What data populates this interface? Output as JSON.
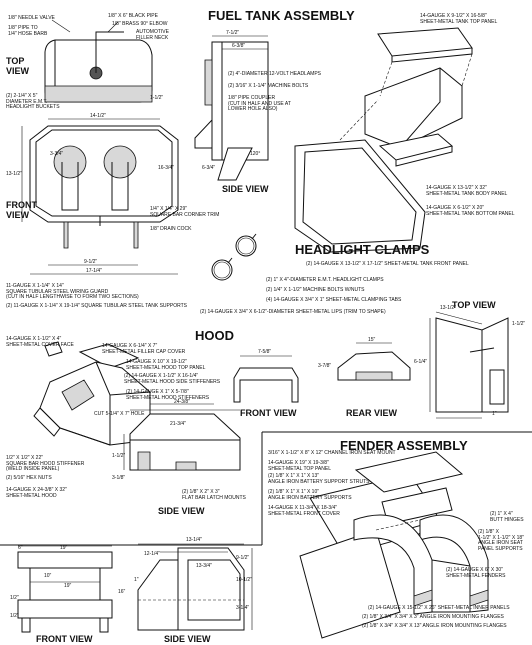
{
  "headings": {
    "fuel_tank": "FUEL TANK ASSEMBLY",
    "headlight_clamps": "HEADLIGHT CLAMPS",
    "hood": "HOOD",
    "fender": "FENDER ASSEMBLY"
  },
  "view_labels": {
    "top_left": "TOP\nVIEW",
    "front_left": "FRONT\nVIEW",
    "side_tank": "SIDE VIEW",
    "top_right": "TOP VIEW",
    "hood_front": "FRONT VIEW",
    "hood_rear": "REAR VIEW",
    "hood_side": "SIDE VIEW",
    "bottom_front": "FRONT VIEW",
    "bottom_side": "SIDE VIEW"
  },
  "callouts": {
    "needle_valve": "1/8\" NEEDLE VALVE",
    "pipe_hose": "1/8\" PIPE TO\n1/4\" HOSE BARB",
    "black_pipe": "1/8\" X 6\" BLACK PIPE",
    "brass_elbow": "1/8\" BRASS 90° ELBOW",
    "filler_neck": "AUTOMOTIVE\nFILLER NECK",
    "headlight_buckets": "(2) 2-1/4\" X 5\"\nDIAMETER E.M.T.\nHEADLIGHT BUCKETS",
    "corner_trim": "1/4\" X 1/4\" X 29\"\nSQUARE BAR CORNER TRIM",
    "drain_cock": "1/8\" DRAIN COCK",
    "wiring_guard": "11-GAUGE X 1-1/4\" X 14\"\nSQUARE TUBULAR STEEL WIRING GUARD\n(CUT IN HALF LENGTHWISE TO FORM TWO SECTIONS)",
    "tank_supports": "(2) 11-GAUGE X 1-1/4\" X 19-1/4\" SQUARE TUBULAR STEEL TANK SUPPORTS",
    "headlamps": "(2) 4\"-DIAMETER 12-VOLT HEADLAMPS",
    "machine_bolts": "(2) 3/16\" X 1-1/4\" MACHINE BOLTS",
    "pipe_coupler": "1/8\" PIPE COUPLER\n(CUT IN HALF AND USE AT\nLOWER HOLE ALSO)",
    "tank_top_panel": "14-GAUGE X 9-1/2\" X 16-5/8\"\nSHEET-METAL TANK TOP PANEL",
    "tank_body_panel": "14-GAUGE X 13-1/2\" X 32\"\nSHEET-METAL TANK BODY PANEL",
    "tank_bottom_panel": "14-GAUGE X 6-1/2\" X 20\"\nSHEET-METAL TANK BOTTOM PANEL",
    "tank_front_panel": "(2) 14-GAUGE X 13-1/2\" X 17-1/2\" SHEET-METAL TANK FRONT PANEL",
    "emt_clamps": "(2) 1\" X 4\"-DIAMETER E.M.T. HEADLIGHT CLAMPS",
    "machine_bolts_nuts": "(2) 1/4\" X 1-1/2\" MACHINE BOLTS W/NUTS",
    "clamping_tabs": "(4) 14-GAUGE X 3/4\" X 1\" SHEET-METAL CLAMPING TABS",
    "lips": "(2) 14-GAUGE X 3/4\" X 6-1/2\"-DIAMETER SHEET-METAL LIPS (TRIM TO SHAPE)",
    "cover_face": "14-GAUGE X 1-1/2\" X 4\"\nSHEET-METAL COVER FACE",
    "filler_cap_cover": "14-GAUGE X 6-1/4\" X 7\"\nSHEET-METAL FILLER CAP COVER",
    "hood_top_panel": "14-GAUGE X 10\" X 19-1/2\"\nSHEET-METAL HOOD TOP PANEL",
    "hood_side_stiffeners": "(2) 14-GAUGE X 1-1/2\" X 16-1/4\"\nSHEET-METAL HOOD SIDE STIFFENERS",
    "hood_stiffeners": "(2) 14-GAUGE X 1\" X 5-7/8\"\nSHEET-METAL HOOD STIFFENERS",
    "cut_hole": "CUT 5-1/4\" X 7\" HOLE",
    "square_bar_stiffener": "1/2\" X 1/2\" X 22\"\nSQUARE BAR HOOD STIFFENER\n(WELD INSIDE PANEL)",
    "hex_nuts": "(2) 5/16\" HEX NUTS",
    "sheet_metal_hood": "14-GAUGE X 24-3/8\" X 32\"\nSHEET-METAL HOOD",
    "flat_bar_latch": "(2) 1/8\" X 2\" X 3\"\nFLAT BAR LATCH MOUNTS",
    "channel_seat_mount": "3/16\" X 1-1/2\" X 8\" X 12\" CHANNEL IRON SEAT MOUNT",
    "fender_top_panel": "14-GAUGE X 19\" X 19-3/8\"\nSHEET-METAL TOP PANEL",
    "battery_struts": "(2) 1/8\" X 1\" X 1\" X 13\"\nANGLE IRON BATTERY SUPPORT STRUTS",
    "battery_supports": "(2) 1/8\" X 1\" X 1\" X 10\"\nANGLE IRON BATTERY SUPPORTS",
    "fender_front_cover": "14-GAUGE X 11-3/4\" X 18-3/4\"\nSHEET-METAL FRONT COVER",
    "butt_hinges": "(2) 1\" X 4\"\nBUTT HINGES",
    "seat_panel_supports": "(2) 1/8\" X\n1-1/2\" X 1-1/2\" X 18\"\nANGLE IRON SEAT\nPANEL SUPPORTS",
    "fenders": "(2) 14-GAUGE X 6\" X 30\"\nSHEET-METAL FENDERS",
    "inner_panels": "(2) 14-GAUGE X 15-1/2\" X 26\" SHEET-METAL INNER PANELS",
    "mount_flanges_a": "(2) 1/8\" X 3/4\" X 3/4\" X 3\" ANGLE IRON MOUNTING FLANGES",
    "mount_flanges_b": "(2) 1/8\" X 3/4\" X 3/4\" X 13\" ANGLE IRON MOUNTING FLANGES"
  },
  "dimensions": {
    "d_1_1_2a": "1-1/2\"",
    "d_14_1_2": "14-1/2\"",
    "d_3_3_4": "3-3/4\"",
    "d_13_1_2": "13-1/2\"",
    "d_16_3_4": "16-3/4\"",
    "d_9_1_2": "9-1/2\"",
    "d_17_1_4": "17-1/4\"",
    "d_7_1_2": "7-1/2\"",
    "d_6_3_8": "6-3/8\"",
    "d_6_3_4": "6-3/4\"",
    "d_120": "120°",
    "d_7_5_8": "7-5/8\"",
    "d_15": "15\"",
    "d_3_7_8": "3-7/8\"",
    "d_13_1_2b": "13-1/2\"",
    "d_1_1_2b": "1-1/2\"",
    "d_6_1_4": "6-1/4\"",
    "d_1_1_4": "1\"",
    "d_24_3_8": "24-3/8\"",
    "d_21_3_4": "21-3/4\"",
    "d_1_1_2c": "1-1/2\"",
    "d_3_1_8": "3-1/8\"",
    "d_6": "6\"",
    "d_19": "19\"",
    "d_19b": "19\"",
    "d_10": "10\"",
    "d_1_2": "1/2\"",
    "d_1_2b": "1/2\"",
    "d_13_1_4": "13-1/4\"",
    "d_12_1_4": "12-1/4\"",
    "d_13_3_4": "13-3/4\"",
    "d_9_1_2b": "9-1/2\"",
    "d_10_1_2": "10-1/2\"",
    "d_16": "16\"",
    "d_1_4": "1\"",
    "d_3_1_4": "3-1/4\""
  }
}
